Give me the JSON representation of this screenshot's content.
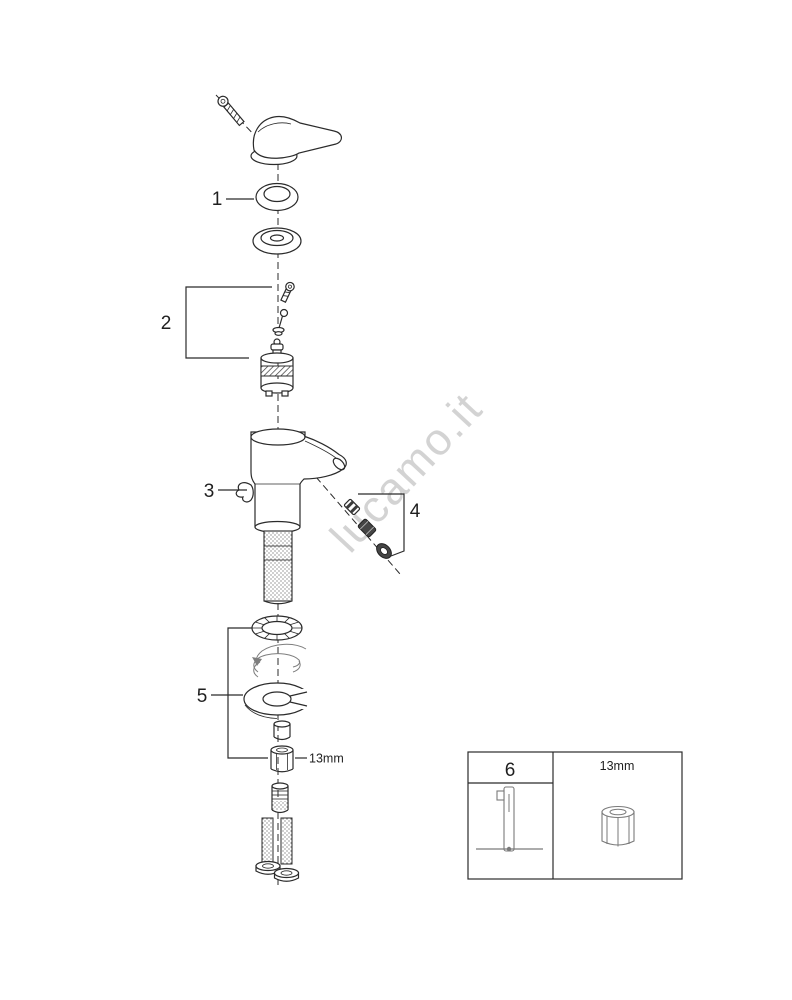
{
  "watermark": "lucamo.it",
  "parts": {
    "p1": "1",
    "p2": "2",
    "p3": "3",
    "p4": "4",
    "p5": "5",
    "p6": "6"
  },
  "callouts": {
    "nut_size": "13mm",
    "inset_nut_size": "13mm"
  },
  "colors": {
    "line": "#2b2b2b",
    "sketch": "#7e7e7e",
    "inset_gray": "#7a7a7a",
    "watermark": "#c9c9c9"
  }
}
